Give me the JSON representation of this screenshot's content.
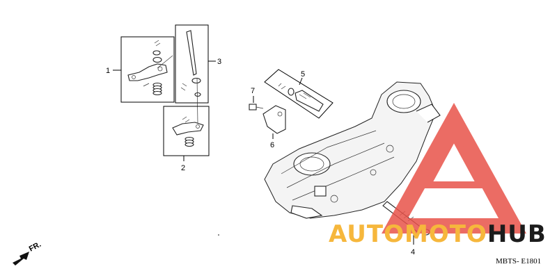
{
  "diagram": {
    "callouts": {
      "c1": "1",
      "c2": "2",
      "c3": "3",
      "c4": "4",
      "c5": "5",
      "c6": "6",
      "c7": "7"
    },
    "direction_label": "FR.",
    "drawing_code": "MBTS- E1801"
  },
  "watermark": {
    "brand_part1": "AUTOMOTO",
    "brand_part2": "HUB",
    "colors": {
      "triangle": "#e8534a",
      "text_primary": "#f6b73c",
      "text_secondary": "#1c1c1c"
    }
  }
}
